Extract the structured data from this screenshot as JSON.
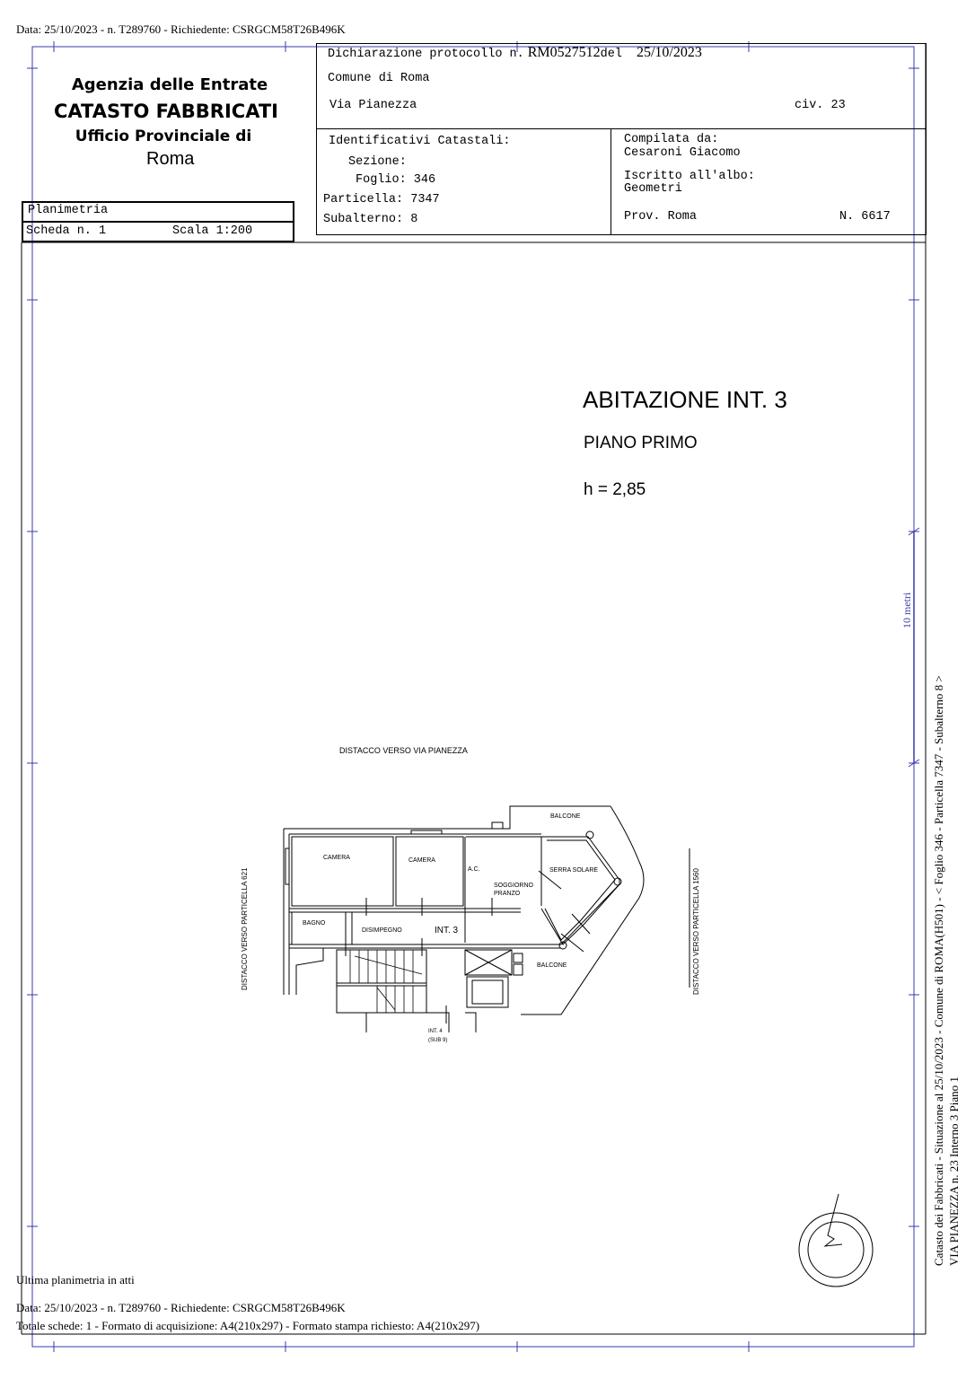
{
  "top_line": "Data: 25/10/2023 - n. T289760 - Richiedente: CSRGCM58T26B496K",
  "agency": {
    "name": "Agenzia delle Entrate",
    "catasto": "CATASTO FABBRICATI",
    "ufficio": "Ufficio Provinciale di",
    "city": "Roma"
  },
  "planimetria": {
    "label": "Planimetria",
    "scheda": "Scheda n. 1",
    "scala": "Scala 1:200"
  },
  "declaration": {
    "protocol_prefix": "Dichiarazione protocollo n.",
    "protocol_number": "RM0527512",
    "del_label": "del",
    "date": "25/10/2023",
    "comune": "Comune di Roma",
    "via": "Via Pianezza",
    "civico": "civ. 23"
  },
  "identificativi": {
    "title": "Identificativi Catastali:",
    "sezione": "Sezione:",
    "foglio": "Foglio: 346",
    "particella": "Particella: 7347",
    "subalterno": "Subalterno: 8"
  },
  "compilata": {
    "label": "Compilata da:",
    "name": "Cesaroni Giacomo",
    "albo_label": "Iscritto all'albo:",
    "albo": "Geometri",
    "prov": "Prov. Roma",
    "numero": "N. 6617"
  },
  "title_block": {
    "title": "ABITAZIONE INT. 3",
    "floor": "PIANO  PRIMO",
    "height": "h =  2,85"
  },
  "plan_labels": {
    "distacco_top": "DISTACCO VERSO VIA PIANEZZA",
    "distacco_left": "DISTACCO VERSO PARTICELLA  621",
    "distacco_right": "DISTACCO VERSO PARTICELLA  1560",
    "camera1": "CAMERA",
    "camera2": "CAMERA",
    "ac": "A.C.",
    "soggiorno": "SOGGIORNO",
    "pranzo": "PRANZO",
    "serra": "SERRA SOLARE",
    "balcone_top": "BALCONE",
    "balcone_bottom": "BALCONE",
    "bagno": "BAGNO",
    "disimpegno": "DISIMPEGNO",
    "int3": "INT. 3",
    "int4": "INT. 4",
    "sub9": "(SUB 9)"
  },
  "scale_bar": "10 metri",
  "side_text": {
    "line1": "Catasto dei Fabbricati - Situazione al 25/10/2023 - Comune di ROMA(H501) - < Foglio 346 - Particella  7347 - Subalterno 8 >",
    "line2": "VIA PIANEZZA n. 23  Interno 3 Piano 1"
  },
  "footer": {
    "ultima": "Ultima planimetria in atti",
    "data": "Data: 25/10/2023 - n. T289760 - Richiedente: CSRGCM58T26B496K",
    "totale": "Totale schede: 1 - Formato di acquisizione: A4(210x297)  - Formato stampa richiesto: A4(210x297)"
  },
  "colors": {
    "frame_blue": "#3a3ab0",
    "ink": "#000000"
  }
}
